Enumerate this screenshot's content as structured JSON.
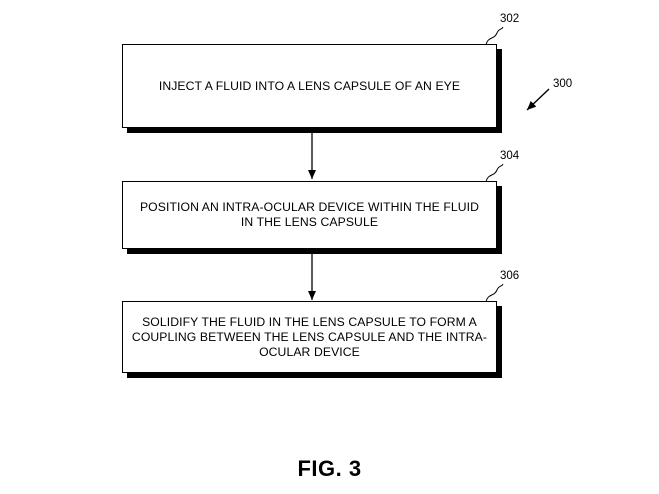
{
  "figure": {
    "label": "FIG. 3",
    "reference": "300"
  },
  "steps": [
    {
      "ref": "302",
      "text": "INJECT A FLUID INTO A LENS CAPSULE OF AN EYE"
    },
    {
      "ref": "304",
      "text": "POSITION AN INTRA-OCULAR DEVICE WITHIN THE FLUID\nIN THE LENS CAPSULE"
    },
    {
      "ref": "306",
      "text": "SOLIDIFY THE FLUID IN THE LENS CAPSULE TO FORM A\nCOUPLING BETWEEN THE LENS CAPSULE AND THE INTRA-\nOCULAR DEVICE"
    }
  ]
}
